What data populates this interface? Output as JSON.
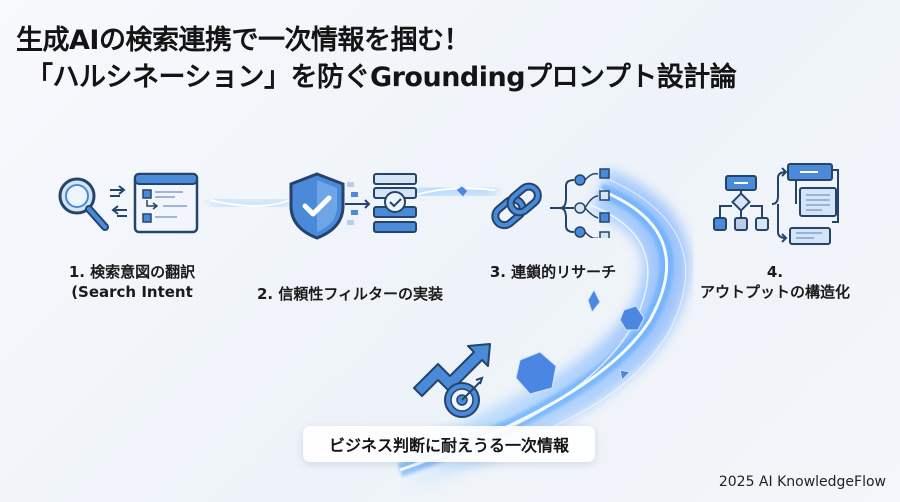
{
  "title": {
    "line1": "生成AIの検索連携で一次情報を掴む！",
    "line2": "「ハルシネーション」を防ぐGroundingプロンプト設計論"
  },
  "steps": [
    {
      "number": "1.",
      "label": "1. 検索意図の翻訳",
      "sublabel": "(Search Intent",
      "icon": "search-translate-icon"
    },
    {
      "number": "2.",
      "label": "2. 信頼性フィルターの実装",
      "icon": "shield-filter-icon"
    },
    {
      "number": "3.",
      "label": "3. 連鎖的リサーチ",
      "icon": "chain-branch-icon"
    },
    {
      "number": "4.",
      "label": "4.",
      "sublabel": "アウトプットの構造化",
      "icon": "structure-output-icon"
    }
  ],
  "result": {
    "label": "ビジネス判断に耐えうる一次情報",
    "icon": "growth-target-icon"
  },
  "footer": "2025 AI KnowledgeFlow",
  "colors": {
    "accent": "#4a8ad9",
    "outline": "#24446b",
    "light_fill": "#d6e4f5",
    "glow": "#5fb0ff"
  }
}
